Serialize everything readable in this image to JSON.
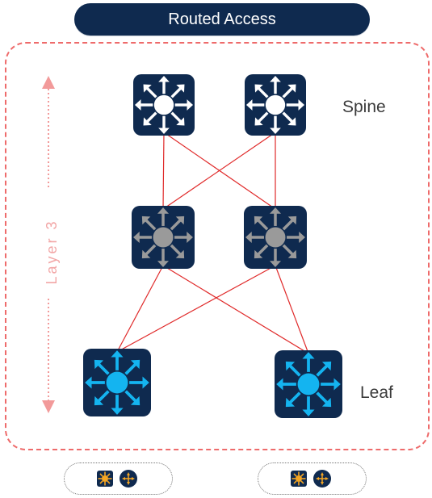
{
  "title": "Routed Access",
  "labels": {
    "spine": "Spine",
    "leaf": "Leaf",
    "layer": "Layer 3"
  },
  "nodes": [
    {
      "id": "spine-1",
      "tier": "spine",
      "color": "#ffffff"
    },
    {
      "id": "spine-2",
      "tier": "spine",
      "color": "#ffffff"
    },
    {
      "id": "mid-1",
      "tier": "distribution",
      "color": "#9a9a9a"
    },
    {
      "id": "mid-2",
      "tier": "distribution",
      "color": "#9a9a9a"
    },
    {
      "id": "leaf-1",
      "tier": "leaf",
      "color": "#14b4f0"
    },
    {
      "id": "leaf-2",
      "tier": "leaf",
      "color": "#14b4f0"
    }
  ],
  "links": [
    [
      "spine-1",
      "mid-1"
    ],
    [
      "spine-1",
      "mid-2"
    ],
    [
      "spine-2",
      "mid-1"
    ],
    [
      "spine-2",
      "mid-2"
    ],
    [
      "mid-1",
      "leaf-1"
    ],
    [
      "mid-1",
      "leaf-2"
    ],
    [
      "mid-2",
      "leaf-1"
    ],
    [
      "mid-2",
      "leaf-2"
    ]
  ],
  "colors": {
    "navy": "#0f2a4f",
    "link": "#e02a2a",
    "frame": "#ee6b6b",
    "accent": "#f5a623"
  },
  "legend_icons": [
    "switch-orange-icon",
    "router-orange-icon"
  ]
}
